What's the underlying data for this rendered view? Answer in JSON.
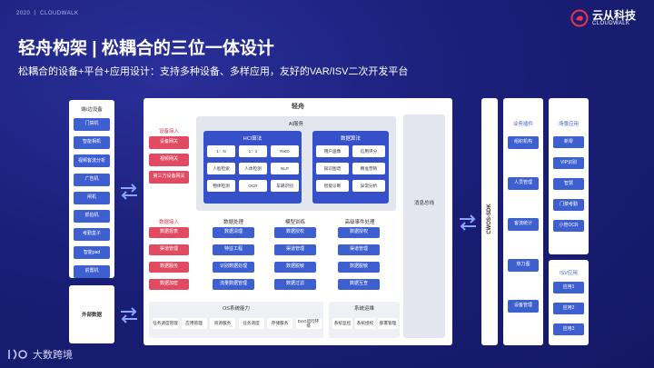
{
  "header": {
    "meta": "2020 丨 CLOUDWALK"
  },
  "logo": {
    "cn": "云从科技",
    "en": "CLOUDWALK"
  },
  "title": "轻舟构架 | 松耦合的三位一体设计",
  "subtitle": "松耦合的设备+平台+应用设计：支持多种设备、多样应用，友好的VAR/ISV二次开发平台",
  "devices": {
    "title": "端/边设备",
    "items": [
      "门禁机",
      "智能相机",
      "视频客流分析",
      "广告机",
      "闸机",
      "抓拍机",
      "考勤盒子",
      "智能pad",
      "前置机"
    ]
  },
  "external": {
    "label": "外部数据"
  },
  "platform": {
    "title": "轻舟",
    "device_access": {
      "title": "设备接入",
      "items": [
        "设备网关",
        "视频网关",
        "第三方设备网关"
      ]
    },
    "ai": {
      "title": "AI服务",
      "hci": {
        "title": "HCI算法",
        "items": [
          "1：N",
          "1：1",
          "ReID",
          "人脸检索",
          "人体检测",
          "NLP",
          "物体检测",
          "OCR",
          "车辆识别"
        ]
      },
      "data_algo": {
        "title": "数据算法",
        "items": [
          "用户画像",
          "信用评分",
          "知识图谱",
          "精准营销",
          "智能诊断",
          "异常分析"
        ]
      }
    },
    "data_access": {
      "title": "数据接入",
      "items": [
        "数据报表",
        "渠道管理",
        "数据服务",
        "数据加密"
      ]
    },
    "data_proc": {
      "title": "数据处理",
      "items": [
        "数据清理",
        "特征工程",
        "识别数据处理",
        "流量数据管理"
      ]
    },
    "model": {
      "title": "模型训练",
      "items": [
        "数据授权",
        "渠道管理",
        "数据脱敏",
        "数据过滤"
      ]
    },
    "events": {
      "title": "高级事件处理",
      "items": [
        "数据授权",
        "渠道管理",
        "数据脱敏",
        "数据互查"
      ]
    },
    "os": {
      "title": "OS系统能力",
      "items": [
        "任务调度管理",
        "应用管理",
        "资源服务",
        "任务调度",
        "存储服务",
        "DAG运行环境"
      ]
    },
    "ops": {
      "title": "系统运维",
      "items": [
        "系统监控",
        "系统授权",
        "部署管理"
      ]
    },
    "bus": {
      "label": "消息总线"
    }
  },
  "sdk": {
    "label": "CWOS-SDK"
  },
  "biz": {
    "title": "业务插件",
    "items": [
      "组织机构",
      "人员管理",
      "客流统计",
      "热力图",
      "设备管理"
    ]
  },
  "apps": {
    "title": "场景应用",
    "items": [
      "新零",
      "VIP识别",
      "智慧",
      "门禁考勤",
      "小管OCR"
    ]
  },
  "isv": {
    "title": "ISV应用",
    "items": [
      "应用1",
      "应用2",
      "应用3"
    ]
  },
  "footer": {
    "brand": "大数跨境"
  },
  "colors": {
    "background": "#1a1f78",
    "blue": "#3e5fcf",
    "red": "#e24a61",
    "accent": "#4b7bf5"
  }
}
